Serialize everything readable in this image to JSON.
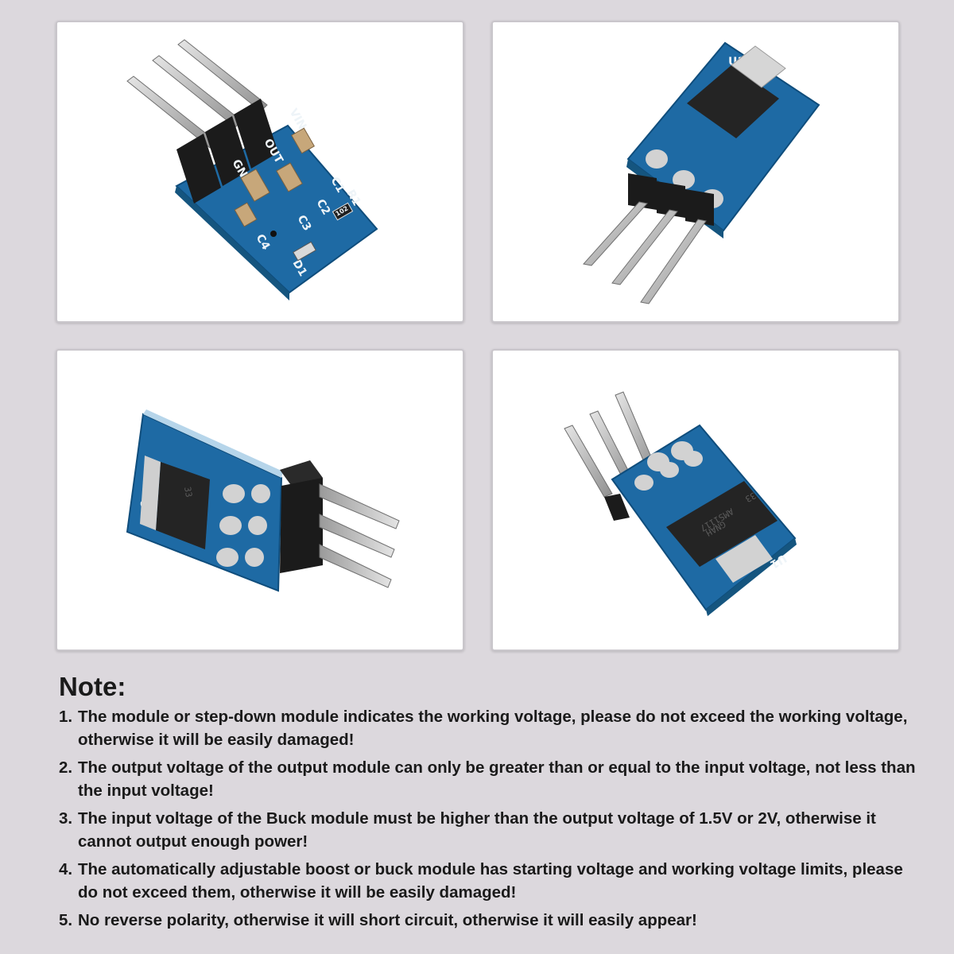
{
  "photos": {
    "board1_labels": {
      "vin": "VIN",
      "out": "OUT",
      "gnd": "GND",
      "c1": "C1",
      "c2": "C2",
      "c3": "C3",
      "c4": "C4",
      "r1": "R1",
      "d1": "D1",
      "resistor_code": "102"
    },
    "board2_labels": {
      "u1": "U1"
    },
    "board3_labels": {
      "u1": "U1",
      "chip_text": "33"
    },
    "board4_labels": {
      "u1": "U1",
      "chip_line1": "AMS1117",
      "chip_line2": "GNAH",
      "chip_line3": "33"
    }
  },
  "note": {
    "title": "Note:",
    "items": [
      {
        "num": "1.",
        "text": "The module or step-down module indicates the working voltage, please do not exceed the working voltage, otherwise it will be easily damaged!"
      },
      {
        "num": "2.",
        "text": "The output voltage of the output module can only be greater than or equal to the input voltage, not less than the input voltage!"
      },
      {
        "num": "3.",
        "text": "The input voltage of the Buck module must be higher than the output voltage of 1.5V or 2V, otherwise it cannot output enough power!"
      },
      {
        "num": "4.",
        "text": "The automatically adjustable boost or buck module has starting voltage and working voltage limits, please do not exceed them, otherwise it will be easily damaged!"
      },
      {
        "num": "5.",
        "text": "No reverse polarity, otherwise it will short circuit, otherwise it will easily appear!"
      }
    ]
  },
  "colors": {
    "background": "#dcd8dd",
    "pcb": "#1e6aa4",
    "header": "#1b1b1b",
    "pin": "#c7c7c7"
  }
}
